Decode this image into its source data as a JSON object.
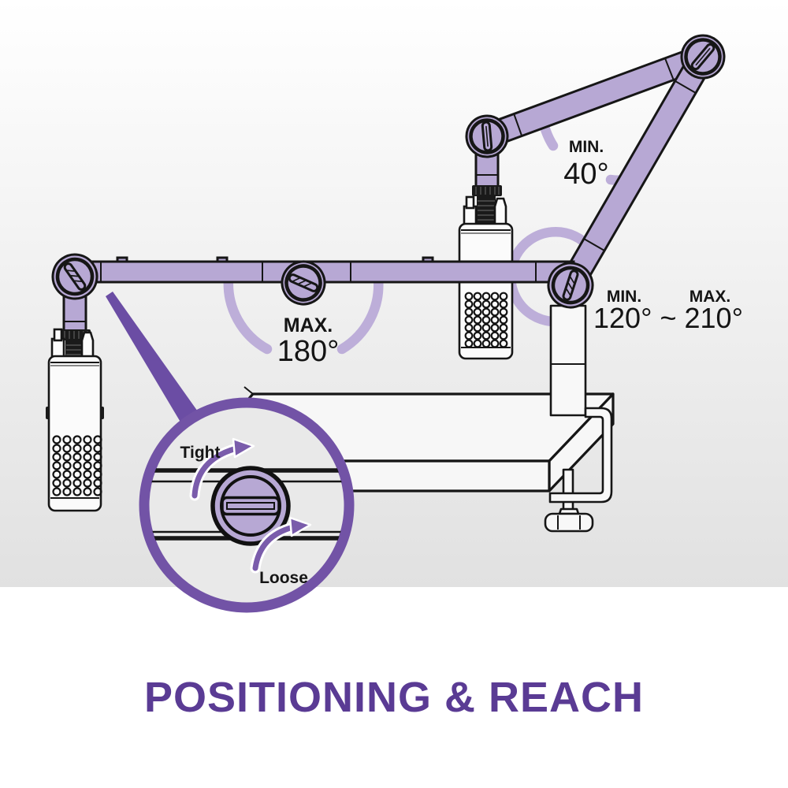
{
  "title": "POSITIONING & REACH",
  "annotations": {
    "fold": {
      "label": "MIN.",
      "value": "40°"
    },
    "swing": {
      "label": "MAX.",
      "value": "180°"
    },
    "rotation": {
      "min_label": "MIN.",
      "max_label": "MAX.",
      "value": "120° ~ 210°"
    }
  },
  "magnifier": {
    "tight": "Tight",
    "loose": "Loose"
  },
  "colors": {
    "arm_fill": "#b7a8d4",
    "angle_arc": "#bdaed9",
    "magnifier_ring": "#7253a6",
    "arrow": "#7a5cab",
    "leader_line": "#6b4da4",
    "title_text": "#5a3b94",
    "outline": "#161616",
    "background_fade": "#e2e2e2"
  }
}
